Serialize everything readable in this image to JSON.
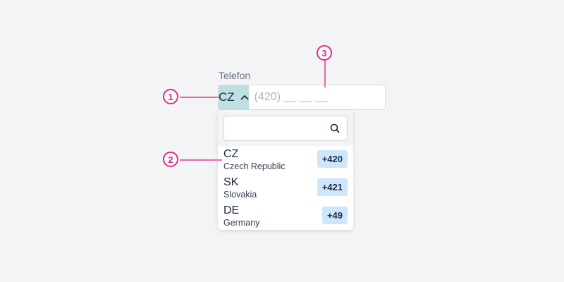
{
  "field": {
    "label": "Telefon",
    "country_code": "CZ",
    "phone_placeholder": "(420) __ __ __",
    "phone_value": ""
  },
  "dropdown": {
    "search_placeholder": "",
    "search_icon": "search-icon",
    "items": [
      {
        "code": "CZ",
        "name": "Czech Republic",
        "dial": "+420"
      },
      {
        "code": "SK",
        "name": "Slovakia",
        "dial": "+421"
      },
      {
        "code": "DE",
        "name": "Germany",
        "dial": "+49"
      }
    ]
  },
  "callouts": [
    {
      "number": "1"
    },
    {
      "number": "2"
    },
    {
      "number": "3"
    }
  ],
  "colors": {
    "accent": "#e02a8a",
    "country_button_bg": "#bfe0e0",
    "badge_bg": "#cde6fb"
  }
}
